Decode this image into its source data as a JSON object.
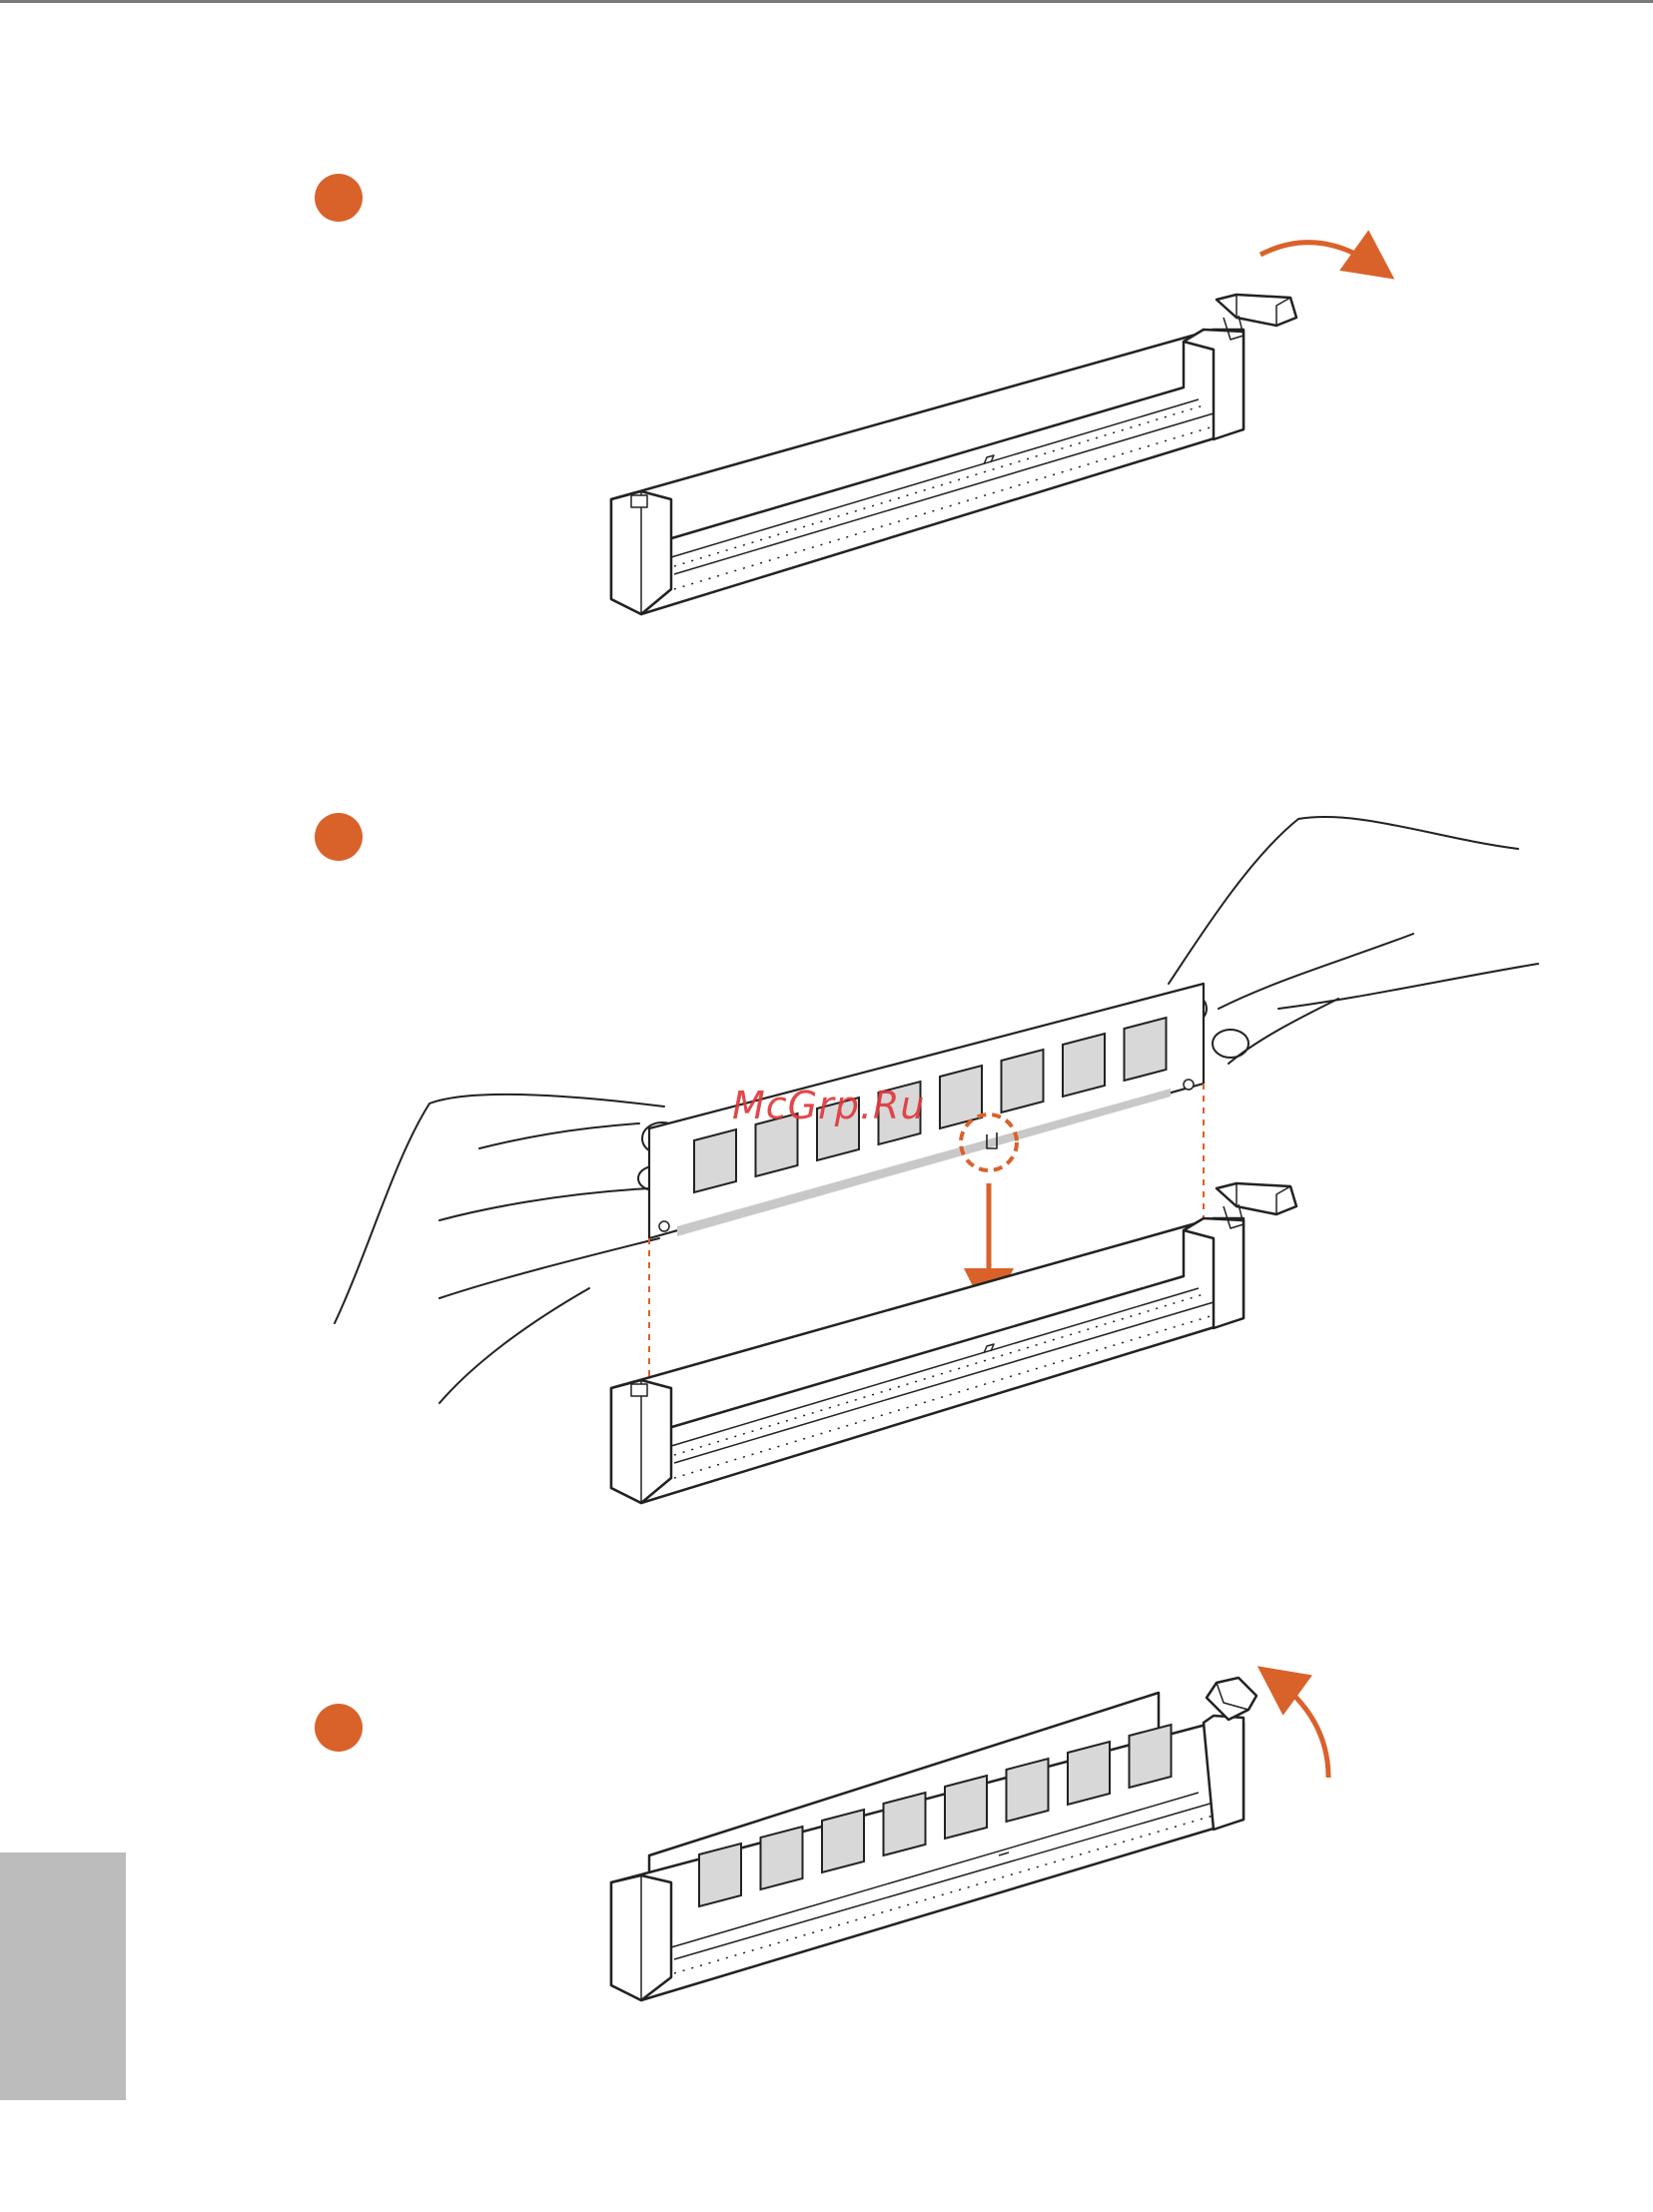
{
  "colors": {
    "accent": "#d9622b",
    "line": "#222222",
    "chip_fill": "#d8d8d8",
    "contact_strip": "#c8c8c8",
    "side_tab": "#bcbcbc",
    "watermark": "#e0383b"
  },
  "steps": [
    {
      "id": 1,
      "content": "open-slot-latch"
    },
    {
      "id": 2,
      "content": "align-and-insert-module"
    },
    {
      "id": 3,
      "content": "latch-closes"
    }
  ],
  "icons": {
    "step_marker": "orange-circle",
    "rotate_arrow": "curved-arrow-icon",
    "down_arrow": "down-arrow-icon"
  },
  "watermark": {
    "text": "McGrp.Ru"
  }
}
